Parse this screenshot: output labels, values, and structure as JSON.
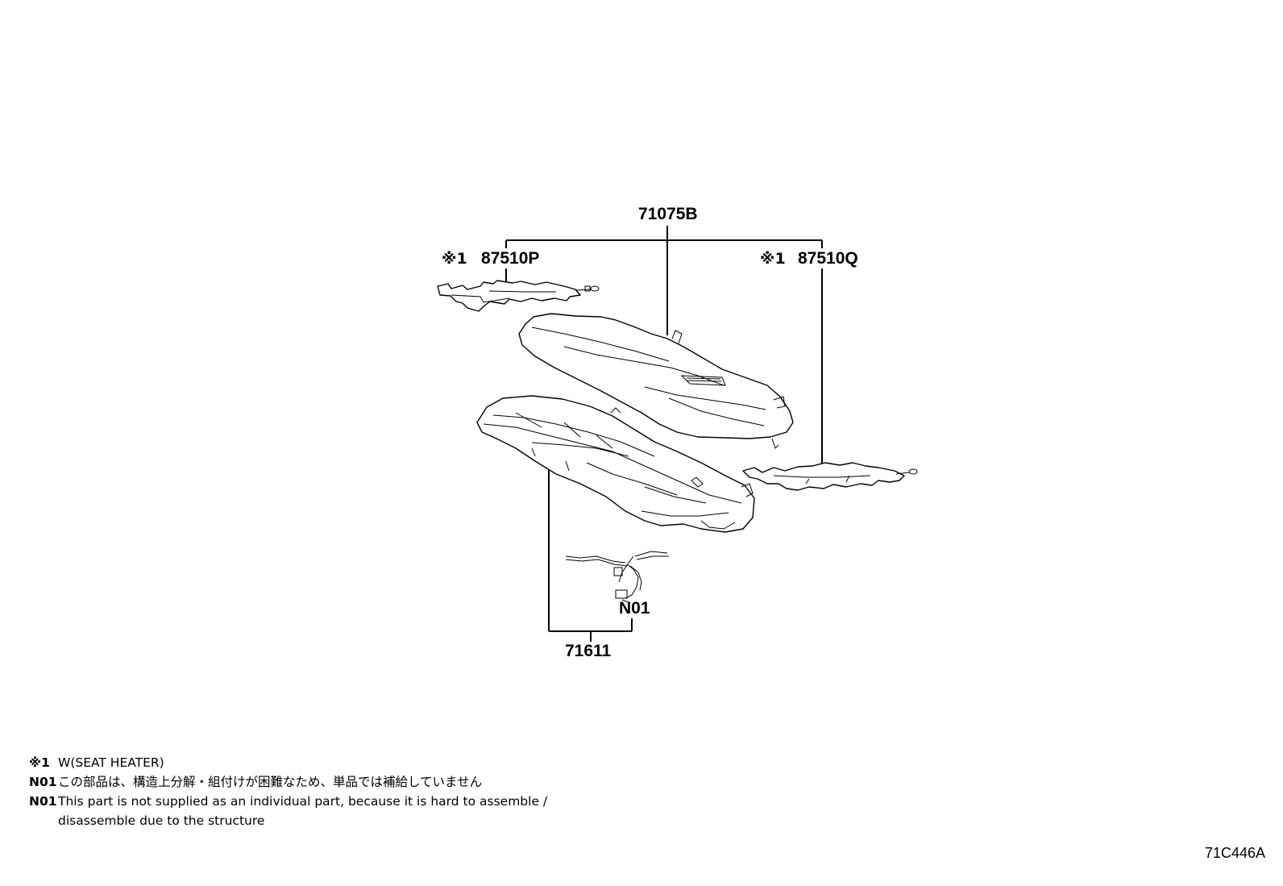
{
  "callouts": {
    "assembly": "71075B",
    "heater_left_mark": "※1",
    "heater_left_part": "87510P",
    "heater_right_mark": "※1",
    "heater_right_part": "87510Q",
    "harness_note": "N01",
    "cover": "71611"
  },
  "notes": [
    {
      "key": "※1",
      "text": "W(SEAT HEATER)"
    },
    {
      "key": "N01",
      "text": "この部品は、構造上分解・組付けが困難なため、単品では補給していません"
    },
    {
      "key": "N01",
      "text": "This part is not supplied as an individual part, because it is hard to assemble /",
      "continuation": "disassemble due to the structure"
    }
  ],
  "illustration_code": "71C446A"
}
